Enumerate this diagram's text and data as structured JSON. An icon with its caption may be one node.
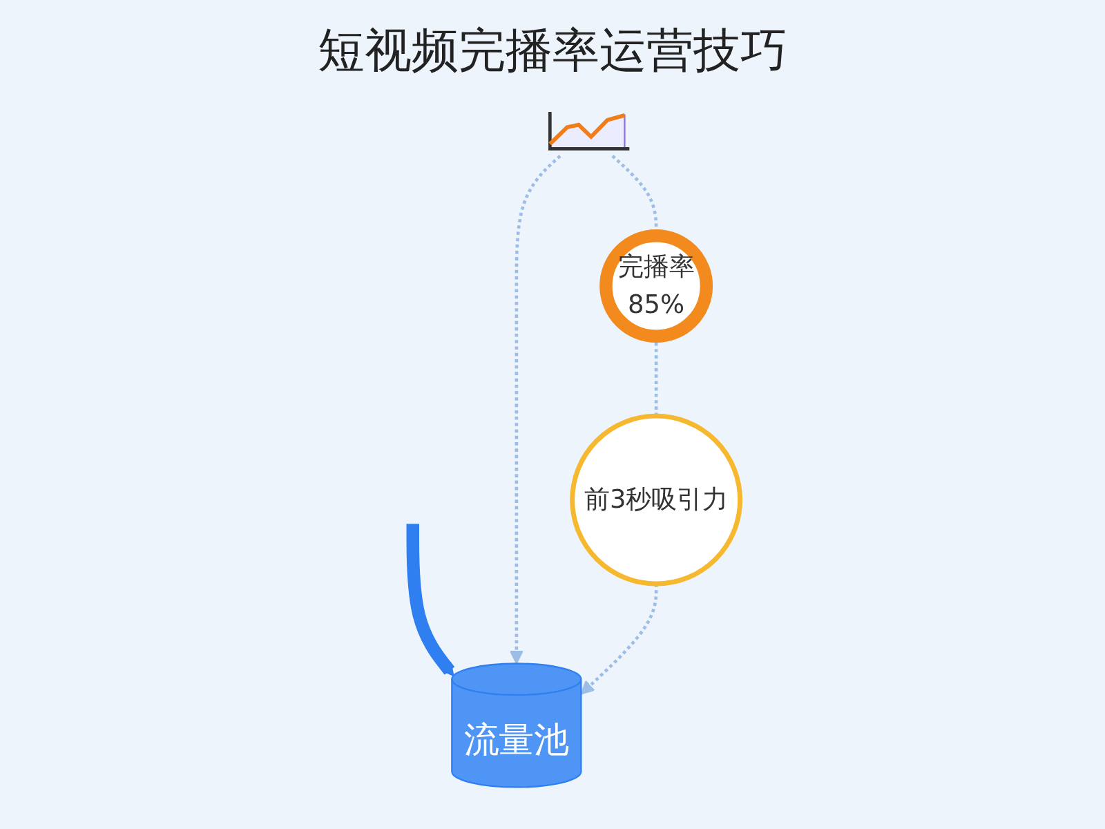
{
  "diagram": {
    "title": "短视频完播率运营技巧",
    "nodes": [
      {
        "text": [
          "流量池"
        ]
      },
      {
        "text": [],
        "shape": "picture"
      },
      {
        "text": [
          "前3秒吸引力"
        ]
      },
      {
        "text": [
          "完播率",
          "85%"
        ]
      }
    ],
    "edges": [
      {
        "from": null,
        "to": 0,
        "arrow": "to",
        "style": "thick",
        "color": "#2f7ff0"
      },
      {
        "from": 1,
        "to": 0,
        "arrow": "to",
        "style": "dashed"
      },
      {
        "from": 2,
        "to": 0,
        "arrow": "to",
        "style": "dashed"
      },
      {
        "from": 1,
        "to": 3,
        "arrow": "none",
        "style": "dashed"
      },
      {
        "from": 3,
        "to": 2,
        "arrow": "none",
        "style": "dashed"
      }
    ]
  }
}
